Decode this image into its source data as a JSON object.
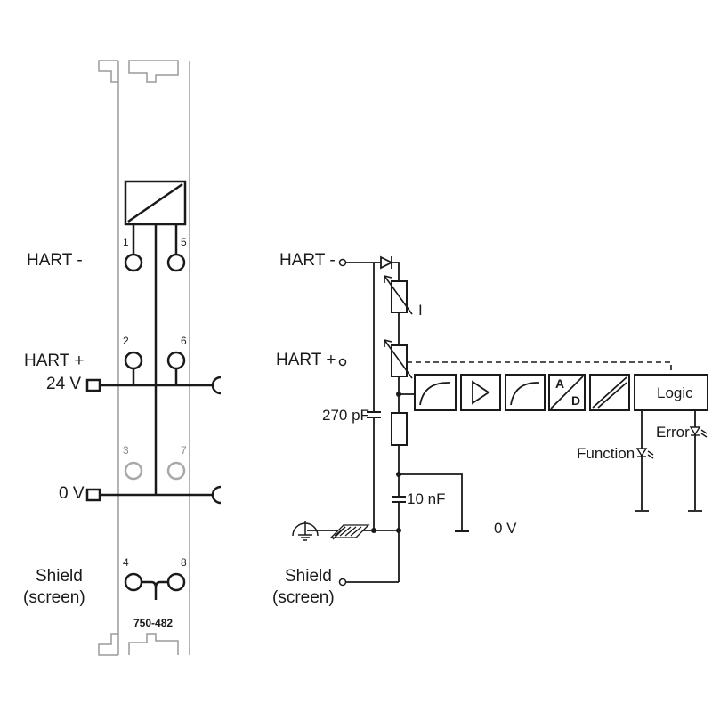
{
  "module": {
    "part_number": "750-482",
    "pins": [
      {
        "number": "1",
        "active": true
      },
      {
        "number": "5",
        "active": true
      },
      {
        "number": "2",
        "active": true
      },
      {
        "number": "6",
        "active": true
      },
      {
        "number": "3",
        "active": false
      },
      {
        "number": "7",
        "active": false
      },
      {
        "number": "4",
        "active": true
      },
      {
        "number": "8",
        "active": true
      }
    ],
    "labels": {
      "hart_minus": "HART -",
      "hart_plus": "HART +",
      "v24": "24 V",
      "v0": "0 V",
      "shield": "Shield",
      "screen": "(screen)"
    }
  },
  "schematic": {
    "labels": {
      "hart_minus": "HART -",
      "hart_plus": "HART +",
      "current_symbol": "I",
      "cap_270": "270 pF",
      "cap_10": "10 nF",
      "ground": "0 V",
      "shield": "Shield",
      "screen": "(screen)",
      "ad_a": "A",
      "ad_d": "D",
      "logic": "Logic",
      "function_led": "Function",
      "error_led": "Error"
    }
  },
  "colors": {
    "line": "#1a1a1a",
    "module_border": "#9a9a9a",
    "inactive_pin": "#a8a8a8"
  }
}
